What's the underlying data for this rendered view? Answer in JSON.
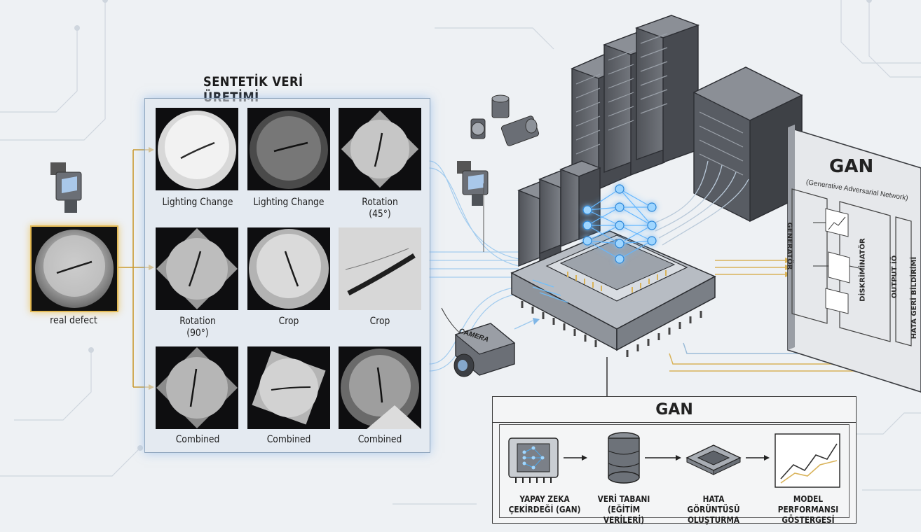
{
  "synthetic_section": {
    "title": "SENTETİK VERİ ÜRETİMİ",
    "source_label": "real defect",
    "tiles": [
      {
        "label": "Lighting Change"
      },
      {
        "label": "Lighting Change"
      },
      {
        "label": "Rotation\n(45°)"
      },
      {
        "label": "Rotation\n(90°)"
      },
      {
        "label": "Crop"
      },
      {
        "label": "Crop"
      },
      {
        "label": "Combined"
      },
      {
        "label": "Combined"
      },
      {
        "label": "Combined"
      }
    ]
  },
  "camera_label": "CAMERA",
  "gan_panel": {
    "title": "GAN",
    "subtitle": "(Generative Adversarial Network)",
    "generator_label": "GENERATÖR",
    "discriminator_label": "DİSKRİMİNATÖR",
    "output_label": "OUTPUT İÖ",
    "feedback_label": "HATA GERİ BİLDİRİMİ"
  },
  "pipeline": {
    "title": "GAN",
    "steps": [
      {
        "label": "YAPAY ZEKA\nÇEKİRDEĞİ (GAN)",
        "icon": "ai-chip-icon"
      },
      {
        "label": "VERİ TABANI\n(EĞİTİM VERİLERİ)",
        "icon": "database-icon"
      },
      {
        "label": "HATA GÖRÜNTÜSÜ\nOLUŞTURMA",
        "icon": "processor-icon"
      },
      {
        "label": "MODEL PERFORMANSI\nGÖSTERGESİ",
        "icon": "line-chart-icon"
      }
    ]
  },
  "colors": {
    "accent_blue": "#4aa8ee",
    "accent_gold": "#e2b955",
    "server_gray": "#6a6e75",
    "chip_gray": "#cfd3d8"
  }
}
